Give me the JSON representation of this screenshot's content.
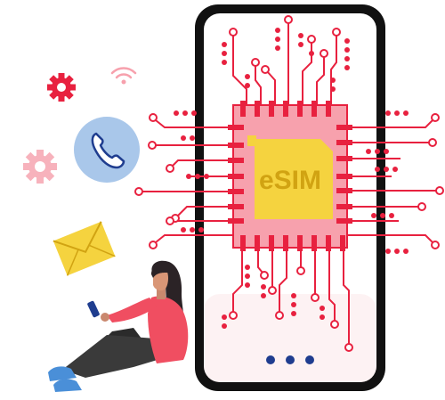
{
  "esim_chip": {
    "label": "eSIM"
  },
  "phone": {
    "pager_dots": 3
  },
  "icons": [
    {
      "name": "gear-icon-red"
    },
    {
      "name": "wifi-icon"
    },
    {
      "name": "phone-call-icon"
    },
    {
      "name": "gear-icon-pink"
    },
    {
      "name": "envelope-icon"
    }
  ],
  "colors": {
    "circuit_red": "#e8213f",
    "chip_pink": "#f7a1ad",
    "sim_yellow": "#f5d33f",
    "sim_text": "#d1a312",
    "phone_frame": "#111111",
    "call_bubble": "#a9c7ea",
    "person_sweater": "#f04e61",
    "person_pants": "#2b2b2b",
    "shoe_blue": "#4a8fd8"
  }
}
